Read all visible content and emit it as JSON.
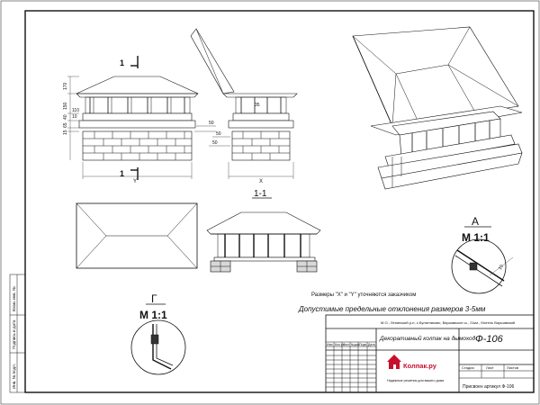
{
  "section_marks": {
    "one": "1"
  },
  "dims_left": {
    "d170": "170",
    "d150": "150",
    "d40": "40",
    "d110": "110",
    "d15": "15",
    "d10": "10",
    "d65": "65",
    "d50": "50",
    "y": "Y"
  },
  "dims_side": {
    "d35": "35",
    "d50a": "50",
    "d50b": "50",
    "x": "X"
  },
  "section_title": "1-1",
  "detail_a": {
    "letter": "А",
    "scale": "М 1:1",
    "dim": "10"
  },
  "detail_g": {
    "letter": "Г",
    "scale": "М 1:1"
  },
  "notes": {
    "dimensions": "Размеры \"X\" и \"Y\" уточняются заказчиком",
    "tolerance": "Допустимые предельные отклонения размеров 3-5мм"
  },
  "title_block": {
    "address": "М.О., Ленинский р-н, с.Булатниково, Варшавское ш., 21км., Мотель Варшавский",
    "product": "Декоративный колпак на дымоход",
    "code": "Ф-106",
    "headers": [
      "Изм",
      "Кол.уч",
      "Лист",
      "№док",
      "Подп.",
      "Дата"
    ],
    "stage_headers": [
      "Стадия",
      "Лист",
      "Листов"
    ],
    "logo_text": "Колпак.ру",
    "slogan": "Надежные решения для вашего дома",
    "article": "Присвоен артикул Ф-106"
  },
  "side_stamp": [
    "Инв. № подл.",
    "Подпись и дата",
    "Взам. инв. №"
  ]
}
